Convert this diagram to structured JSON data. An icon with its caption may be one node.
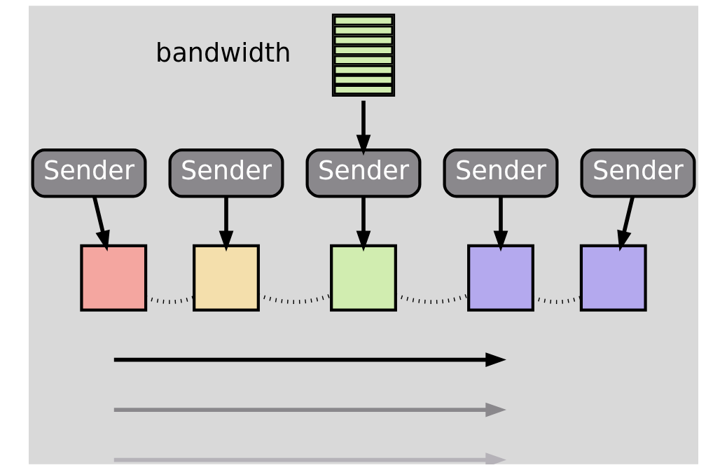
{
  "diagram": {
    "nodes": [
      {
        "text": [],
        "shape": "stack"
      },
      {
        "text": [
          "Sender"
        ]
      },
      {
        "text": [
          "Sender"
        ]
      },
      {
        "text": [
          "Sender"
        ]
      },
      {
        "text": [
          "Sender"
        ]
      },
      {
        "text": [
          "Sender"
        ]
      },
      {
        "text": [],
        "shape": "box"
      },
      {
        "text": [],
        "shape": "box"
      },
      {
        "text": [],
        "shape": "box"
      },
      {
        "text": [],
        "shape": "box"
      },
      {
        "text": [],
        "shape": "box"
      }
    ],
    "edges": [
      {
        "from": 0,
        "to": 3,
        "arrow": "to"
      },
      {
        "from": 1,
        "to": 6,
        "arrow": "to"
      },
      {
        "from": 2,
        "to": 7,
        "arrow": "to"
      },
      {
        "from": 3,
        "to": 8,
        "arrow": "to"
      },
      {
        "from": 4,
        "to": 9,
        "arrow": "to"
      },
      {
        "from": 5,
        "to": 10,
        "arrow": "to"
      },
      {
        "from": 6,
        "to": 7,
        "arrow": "none",
        "style": "dashed"
      },
      {
        "from": 7,
        "to": 8,
        "arrow": "none",
        "style": "dashed"
      },
      {
        "from": 8,
        "to": 9,
        "arrow": "none",
        "style": "dashed"
      },
      {
        "from": 9,
        "to": 10,
        "arrow": "none",
        "style": "dashed"
      }
    ],
    "labels": [
      "bandwidth"
    ]
  }
}
